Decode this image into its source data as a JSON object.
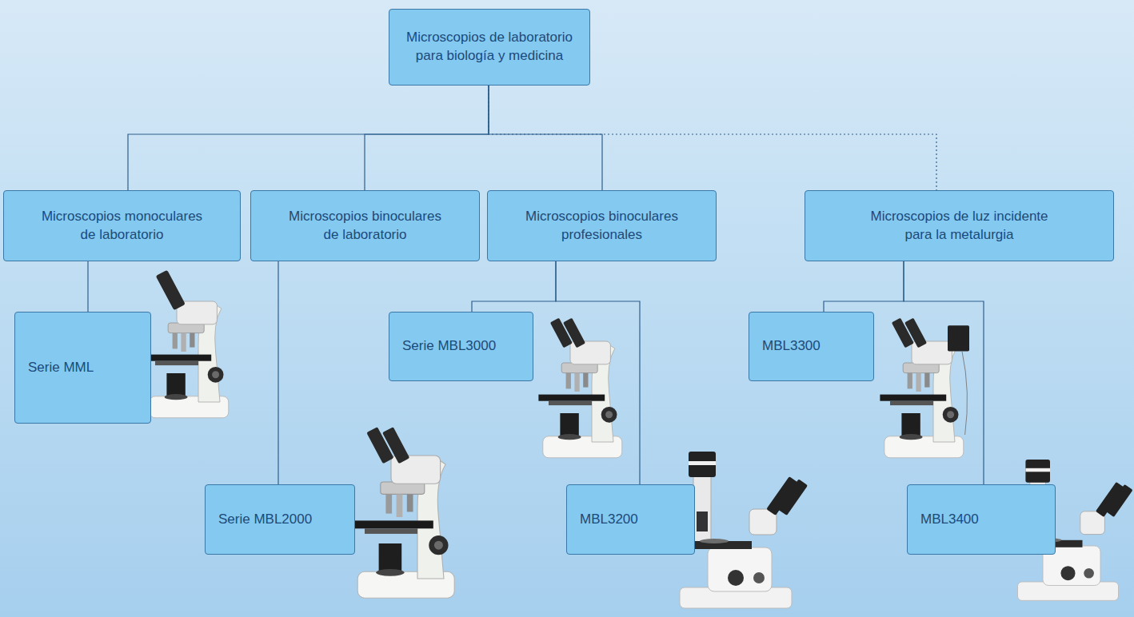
{
  "diagram": {
    "nodes": [
      {
        "text": [
          "Microscopios de laboratorio para biología y medicina"
        ]
      },
      {
        "text": [
          "Microscopios monoculares de laboratorio"
        ]
      },
      {
        "text": [
          "Microscopios binoculares de laboratorio"
        ]
      },
      {
        "text": [
          "Microscopios binoculares profesionales"
        ]
      },
      {
        "text": [
          "Microscopios de luz incidente para la metalurgia"
        ]
      },
      {
        "text": [
          "Serie MML"
        ]
      },
      {
        "text": [
          "Serie MBL2000"
        ]
      },
      {
        "text": [
          "Serie MBL3000"
        ]
      },
      {
        "text": [
          "MBL3200"
        ]
      },
      {
        "text": [
          "MBL3300"
        ]
      },
      {
        "text": [
          "MBL3400"
        ]
      }
    ],
    "edges": [
      {
        "from": 0,
        "to": 1,
        "arrow": "none"
      },
      {
        "from": 0,
        "to": 2,
        "arrow": "none"
      },
      {
        "from": 0,
        "to": 3,
        "arrow": "none"
      },
      {
        "from": 0,
        "to": 4,
        "arrow": "none"
      },
      {
        "from": 1,
        "to": 5,
        "arrow": "none"
      },
      {
        "from": 2,
        "to": 6,
        "arrow": "none"
      },
      {
        "from": 3,
        "to": 7,
        "arrow": "none"
      },
      {
        "from": 3,
        "to": 8,
        "arrow": "none"
      },
      {
        "from": 4,
        "to": 9,
        "arrow": "none"
      },
      {
        "from": 4,
        "to": 10,
        "arrow": "none"
      }
    ]
  }
}
